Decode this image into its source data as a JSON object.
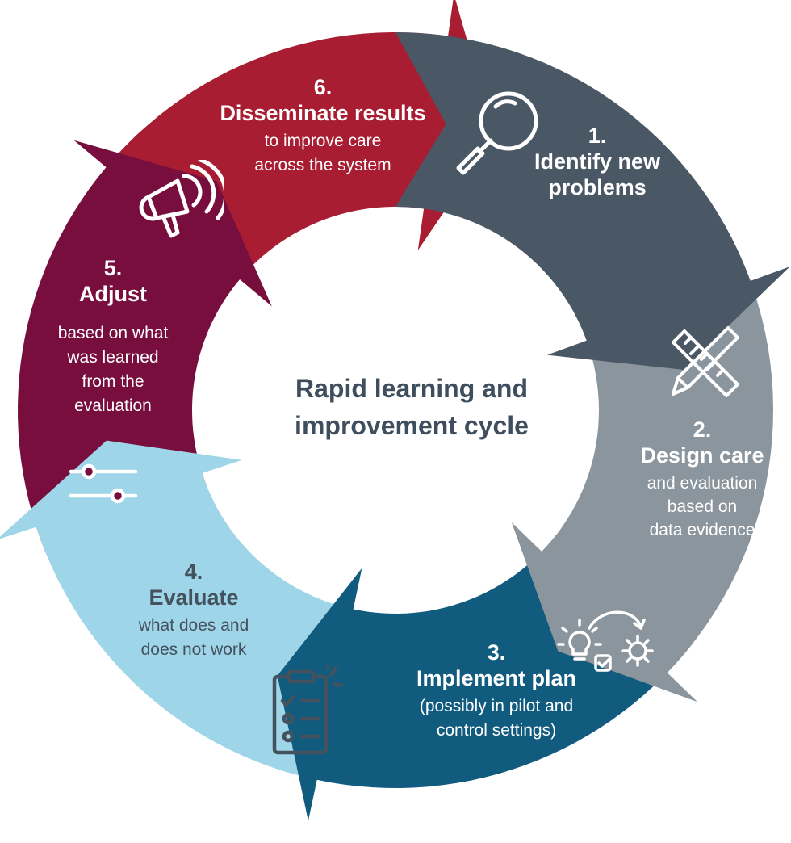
{
  "center_title": "Rapid learning and improvement cycle",
  "colors": {
    "identify": "#4a5865",
    "design": "#8b959d",
    "implement": "#115b7e",
    "evaluate": "#9fd5e8",
    "adjust": "#780e3e",
    "disseminate": "#a81d32",
    "center_text": "#3f4e5e",
    "evaluate_text": "#44525d"
  },
  "steps": [
    {
      "id": "identify",
      "number": "1.",
      "title": "Identify new problems",
      "title_lines": [
        "Identify new",
        "problems"
      ],
      "description": "",
      "desc_lines": [],
      "icon": "magnifier-icon"
    },
    {
      "id": "design",
      "number": "2.",
      "title": "Design care",
      "title_lines": [
        "Design care"
      ],
      "description": "and evaluation based on data evidence",
      "desc_lines": [
        "and evaluation",
        "based on",
        "data evidence"
      ],
      "icon": "ruler-pencil-icon"
    },
    {
      "id": "implement",
      "number": "3.",
      "title": "Implement plan",
      "title_lines": [
        "Implement plan"
      ],
      "description": "(possibly in pilot and control settings)",
      "desc_lines": [
        "(possibly in pilot and",
        "control settings)"
      ],
      "icon": "idea-to-gear-icon"
    },
    {
      "id": "evaluate",
      "number": "4.",
      "title": "Evaluate",
      "title_lines": [
        "Evaluate"
      ],
      "description": "what does and does not work",
      "desc_lines": [
        "what does and",
        "does not work"
      ],
      "icon": "checklist-icon"
    },
    {
      "id": "adjust",
      "number": "5.",
      "title": "Adjust",
      "title_lines": [
        "Adjust"
      ],
      "description": "based on what was learned from the evaluation",
      "desc_lines": [
        "based on what",
        "was learned",
        "from the",
        "evaluation"
      ],
      "icon": "sliders-icon"
    },
    {
      "id": "disseminate",
      "number": "6.",
      "title": "Disseminate results",
      "title_lines": [
        "Disseminate results"
      ],
      "description": "to improve care across the system",
      "desc_lines": [
        "to improve care",
        "across the system"
      ],
      "icon": "megaphone-icon"
    }
  ]
}
